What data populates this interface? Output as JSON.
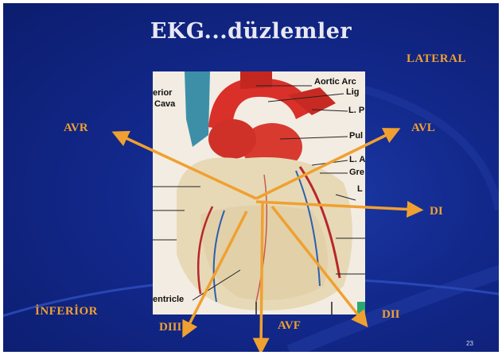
{
  "slide": {
    "title": "EKG...düzlemler",
    "page_number": "23"
  },
  "leads": {
    "lateral": "LATERAL",
    "avr": "AVR",
    "avl": "AVL",
    "di": "DI",
    "inferior": "İNFERİOR",
    "diii": "DIII",
    "avf": "AVF",
    "dii": "DII"
  },
  "heart_labels": {
    "aortic_arch": "Aortic Arc",
    "lig": "Lig",
    "l_p": "L. P",
    "pul": "Pul",
    "l_a": "L. A",
    "gre": "Gre",
    "l": "L",
    "erior": "erior",
    "cava": "Cava",
    "entricle": "entricle"
  },
  "colors": {
    "arrow": "#f0a030",
    "label": "#f0a030",
    "background": "#12288a"
  }
}
